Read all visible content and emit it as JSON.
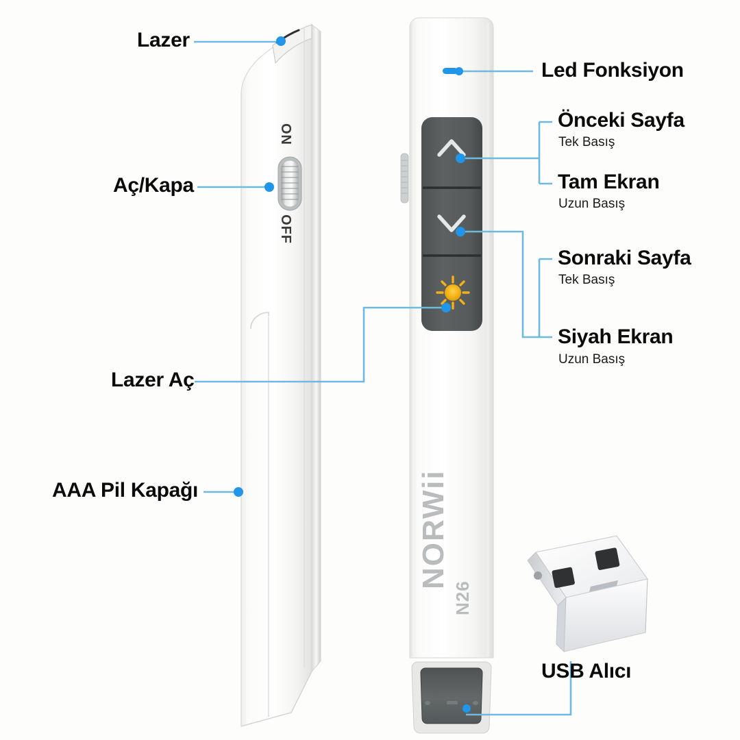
{
  "page": {
    "background_color": "#fdfdfc",
    "accent_color": "#2196e8",
    "leader_color": "#6fb9dd",
    "button_color": "#575b5c",
    "sun_color": "#f5b216"
  },
  "product": {
    "brand": "NORWii",
    "model": "N26",
    "brand_color": "#b9bcbd"
  },
  "switch": {
    "on_label": "ON",
    "off_label": "OFF"
  },
  "callouts": [
    {
      "id": "lazer",
      "title": "Lazer",
      "sub": "",
      "side": "left",
      "target": "laser-aperture"
    },
    {
      "id": "ac-kapa",
      "title": "Aç/Kapa",
      "sub": "",
      "side": "left",
      "target": "power-switch"
    },
    {
      "id": "lazer-ac",
      "title": "Lazer Aç",
      "sub": "",
      "side": "left",
      "target": "laser-button"
    },
    {
      "id": "aaa-pil-kapagi",
      "title": "AAA Pil Kapağı",
      "sub": "",
      "side": "left",
      "target": "battery-cover"
    },
    {
      "id": "led-fonksiyon",
      "title": "Led Fonksiyon",
      "sub": "",
      "side": "right",
      "target": "led-indicator"
    },
    {
      "id": "onceki-sayfa",
      "title": "Önceki Sayfa",
      "sub": "Tek Basış",
      "side": "right",
      "target": "up-button"
    },
    {
      "id": "tam-ekran",
      "title": "Tam Ekran",
      "sub": "Uzun Basış",
      "side": "right",
      "target": "up-button"
    },
    {
      "id": "sonraki-sayfa",
      "title": "Sonraki Sayfa",
      "sub": "Tek Basış",
      "side": "right",
      "target": "down-button"
    },
    {
      "id": "siyah-ekran",
      "title": "Siyah Ekran",
      "sub": "Uzun Basış",
      "side": "right",
      "target": "down-button"
    },
    {
      "id": "usb-alici",
      "title": "USB Alıcı",
      "sub": "",
      "side": "bottom",
      "target": "usb-receiver-slot"
    }
  ],
  "buttons": [
    {
      "id": "up-button",
      "icon": "chevron-up-icon"
    },
    {
      "id": "down-button",
      "icon": "chevron-down-icon"
    },
    {
      "id": "laser-button",
      "icon": "sun-icon"
    }
  ]
}
